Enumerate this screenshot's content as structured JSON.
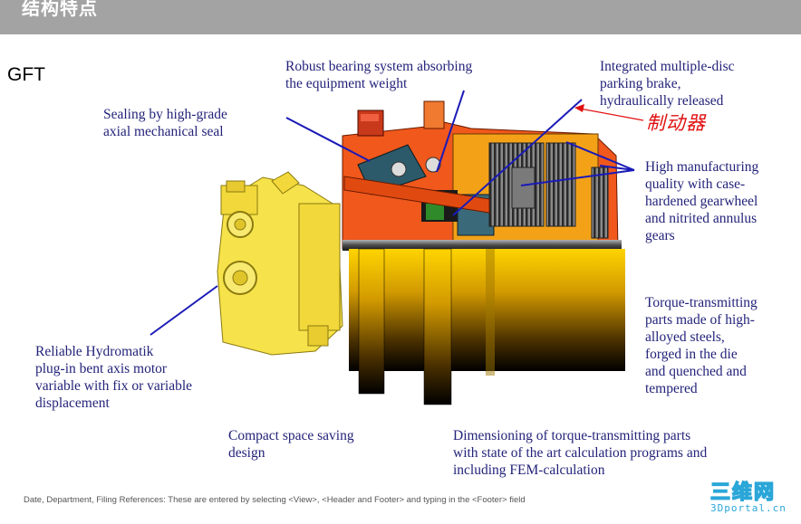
{
  "header": {
    "title": "结构特点"
  },
  "slide": {
    "label": "GFT"
  },
  "callouts": {
    "bearing": [
      "Robust bearing system absorbing",
      "the equipment weight"
    ],
    "brake": [
      "Integrated multiple-disc",
      "parking brake,",
      "hydraulically released"
    ],
    "brake_cn": "制动器",
    "sealing": [
      "Sealing by high-grade",
      "axial mechanical seal"
    ],
    "quality": [
      "High manufacturing",
      "quality with case-",
      "hardened gearwheel",
      "and nitrited annulus",
      "gears"
    ],
    "torque_parts": [
      "Torque-transmitting",
      "parts made of high-",
      "alloyed steels,",
      "forged in the die",
      "and quenched and",
      "tempered"
    ],
    "motor": [
      "Reliable Hydromatik",
      "plug-in bent axis motor",
      "variable with fix or variable",
      "displacement"
    ],
    "compact": [
      "Compact space saving",
      "design"
    ],
    "dimensioning": [
      "Dimensioning of torque-transmitting parts",
      "with state of the art calculation programs and",
      "including FEM-calculation"
    ]
  },
  "footer": {
    "text": "Date, Department, Filing References: These are entered by selecting <View>, <Header and Footer> and typing in the <Footer> field"
  },
  "watermark": {
    "line1": "三维网",
    "line2": "3Dportal.cn"
  },
  "colors": {
    "annotation_text": "#23237a",
    "leader_line": "#1a1ab8",
    "housing_orange": "#f0581c",
    "motor_yellow": "#f6e24a",
    "header_bar": "#a3a3a3",
    "chinese_label": "#e01010"
  }
}
